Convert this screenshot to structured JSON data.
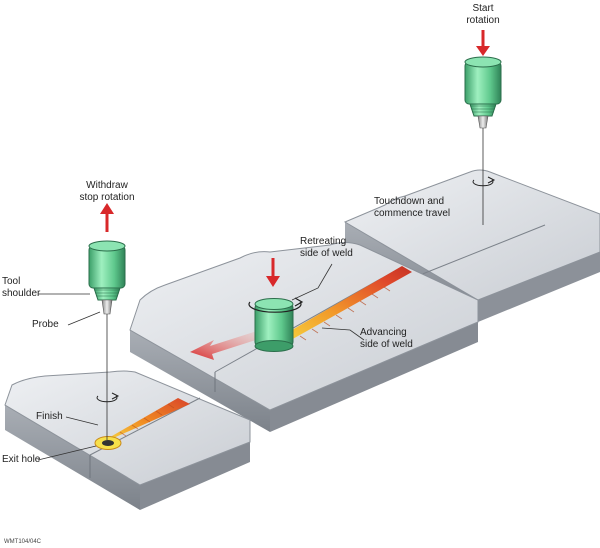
{
  "labels": {
    "start_rotation": [
      "Start",
      "rotation"
    ],
    "touchdown": [
      "Touchdown and",
      "commence travel"
    ],
    "withdraw": [
      "Withdraw",
      "stop rotation"
    ],
    "tool_shoulder": [
      "Tool",
      "shoulder"
    ],
    "probe": "Probe",
    "retreating": [
      "Retreating",
      "side of weld"
    ],
    "advancing": [
      "Advancing",
      "side of weld"
    ],
    "finish": "Finish",
    "exit_hole": "Exit hole",
    "figure_code": "WMT104/04C"
  },
  "colors": {
    "plate_top": "#dfe2e7",
    "plate_side": "#9aa0a8",
    "tool_green": "#6dd39a",
    "tool_dark": "#2f8f5e",
    "arrow_red": "#d8282a",
    "weld_orange": "#f08a22",
    "weld_yellow": "#f7d23c"
  },
  "icons": [
    "rotation-arrow-icon",
    "down-arrow-icon",
    "up-arrow-icon",
    "travel-direction-arrow-icon"
  ]
}
